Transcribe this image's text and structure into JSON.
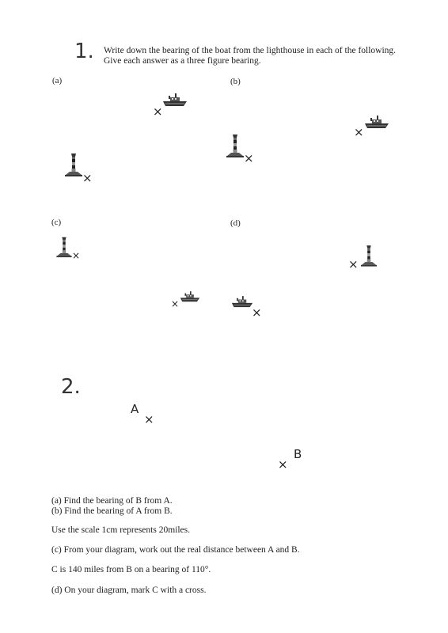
{
  "question1": {
    "number": "1.",
    "instruction_line1": "Write down the bearing of the boat from the lighthouse in each of the following.",
    "instruction_line2": "Give each answer as a three figure bearing.",
    "parts": [
      {
        "label": "(a)"
      },
      {
        "label": "(b)"
      },
      {
        "label": "(c)"
      },
      {
        "label": "(d)"
      }
    ],
    "cross_symbol": "×",
    "icons": [
      "lighthouse-icon",
      "boat-icon"
    ]
  },
  "question2": {
    "number": "2.",
    "point_a": "A",
    "point_b": "B",
    "cross_symbol": "×",
    "lines": [
      "(a)  Find the bearing of B from A.",
      "(b)  Find the bearing of A from B.",
      "Use the scale 1cm represents 20miles.",
      "(c) From your diagram, work out the real distance between A and B.",
      "C is 140 miles from B on a bearing of 110°.",
      "(d) On your diagram, mark C with a cross."
    ]
  },
  "colors": {
    "ink": "#222222",
    "paper": "#ffffff"
  }
}
